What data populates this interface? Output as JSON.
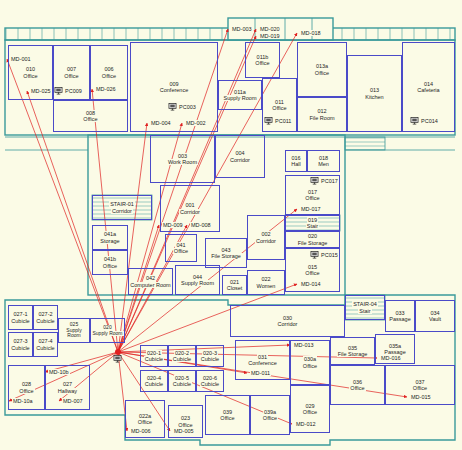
{
  "diagram": {
    "nodes": [
      {
        "text": [
          "010",
          "Office"
        ]
      },
      {
        "text": [
          "007",
          "Office"
        ]
      },
      {
        "text": [
          "006",
          "Office"
        ]
      },
      {
        "text": [
          "008",
          "Office"
        ]
      },
      {
        "text": [
          "009",
          "Conference"
        ]
      },
      {
        "text": [
          "011b",
          "Office"
        ]
      },
      {
        "text": [
          "011a",
          "Supply Room"
        ]
      },
      {
        "text": [
          "011",
          "Office"
        ]
      },
      {
        "text": [
          "013a",
          "Office"
        ]
      },
      {
        "text": [
          "012",
          "File Room"
        ]
      },
      {
        "text": [
          "013",
          "Kitchen"
        ]
      },
      {
        "text": [
          "014",
          "Cafeteria"
        ]
      },
      {
        "text": [
          "003",
          "Work Room"
        ]
      },
      {
        "text": [
          "004",
          "Corridor"
        ]
      },
      {
        "text": [
          "016",
          "Hall"
        ]
      },
      {
        "text": [
          "018",
          "Men"
        ]
      },
      {
        "text": [
          "017",
          "Office"
        ]
      },
      {
        "text": [
          "STAIR-01",
          "Corridor"
        ]
      },
      {
        "text": [
          "001",
          "Corridor"
        ]
      },
      {
        "text": [
          "041a",
          "Storage"
        ]
      },
      {
        "text": [
          "041b",
          "Office"
        ]
      },
      {
        "text": [
          "041",
          "Office"
        ]
      },
      {
        "text": [
          "043",
          "File Storage"
        ]
      },
      {
        "text": [
          "002",
          "Corridor"
        ]
      },
      {
        "text": [
          "019",
          "Stair"
        ]
      },
      {
        "text": [
          "020",
          "File Storage"
        ]
      },
      {
        "text": [
          "015",
          "Office"
        ]
      },
      {
        "text": [
          "042",
          "Computer Room"
        ]
      },
      {
        "text": [
          "044",
          "Supply Room"
        ]
      },
      {
        "text": [
          "021",
          "Closet"
        ]
      },
      {
        "text": [
          "022",
          "Women"
        ]
      },
      {
        "text": [
          "STAIR-04",
          "Stair"
        ]
      },
      {
        "text": [
          "030",
          "Corridor"
        ]
      },
      {
        "text": [
          "033",
          "Passage"
        ]
      },
      {
        "text": [
          "034",
          "Vault"
        ]
      },
      {
        "text": [
          "031",
          "Conference"
        ]
      },
      {
        "text": [
          "030a",
          "Office"
        ]
      },
      {
        "text": [
          "035",
          "File Storage"
        ]
      },
      {
        "text": [
          "035a",
          "Passage"
        ]
      },
      {
        "text": [
          "036",
          "Office"
        ]
      },
      {
        "text": [
          "037",
          "Office"
        ]
      },
      {
        "text": [
          "029",
          "Office"
        ]
      },
      {
        "text": [
          "039",
          "Office"
        ]
      },
      {
        "text": [
          "039a",
          "Office"
        ]
      },
      {
        "text": [
          "027-1",
          "Cubicle"
        ]
      },
      {
        "text": [
          "027-2",
          "Cubicle"
        ]
      },
      {
        "text": [
          "027-3",
          "Cubicle"
        ]
      },
      {
        "text": [
          "027-4",
          "Cubicle"
        ]
      },
      {
        "text": [
          "025",
          "Supply Room"
        ]
      },
      {
        "text": [
          "020",
          "Supply Room"
        ]
      },
      {
        "text": [
          "028",
          "Office"
        ]
      },
      {
        "text": [
          "027",
          "Hallway"
        ]
      },
      {
        "text": [
          "020-1",
          "Cubicle"
        ]
      },
      {
        "text": [
          "020-2",
          "Cubicle"
        ]
      },
      {
        "text": [
          "020-3",
          "Cubicle"
        ]
      },
      {
        "text": [
          "020-4",
          "Cubicle"
        ]
      },
      {
        "text": [
          "020-5",
          "Cubicle"
        ]
      },
      {
        "text": [
          "020-6",
          "Cubicle"
        ]
      },
      {
        "text": [
          "022a",
          "Office"
        ]
      },
      {
        "text": [
          "023",
          "Office"
        ]
      }
    ],
    "labels": [
      "MD-001",
      "MD-025",
      "MD-026",
      "MD-003",
      "MD-020",
      "MD-019",
      "MD-018",
      "MD-004",
      "MD-002",
      "MD-017",
      "MD-009",
      "MD-008",
      "MD-014",
      "MD-011",
      "MD-013",
      "MD-016",
      "MD-015",
      "MD-012",
      "MD-10a",
      "MD-10b",
      "MD-007",
      "MD-006",
      "MD-005",
      "PC003",
      "PC017",
      "PC015",
      "PC011",
      "PC009",
      "PC014"
    ]
  }
}
